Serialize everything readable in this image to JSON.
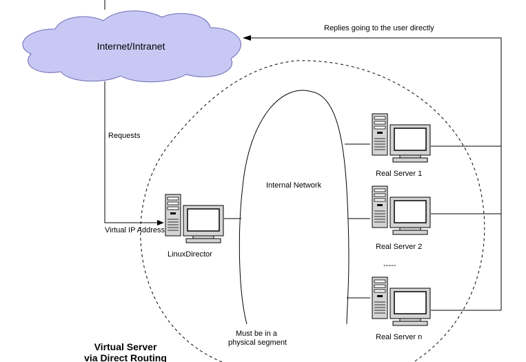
{
  "cloud": {
    "label": "Internet/Intranet",
    "fill": "#c8c8f4",
    "stroke": "#6b6bb5"
  },
  "labels": {
    "replies": "Replies going to the user directly",
    "requests": "Requests",
    "internal_network": "Internal Network",
    "virtual_ip": "Virtual IP Address",
    "segment_line1": "Must be in a",
    "segment_line2": "physical segment",
    "ellipsis": "-----"
  },
  "director": {
    "label": "LinuxDirector"
  },
  "servers": [
    {
      "label": "Real Server 1"
    },
    {
      "label": "Real Server 2"
    },
    {
      "label": "Real Server n"
    }
  ],
  "title": {
    "line1": "Virtual Server",
    "line2": "via Direct Routing"
  }
}
